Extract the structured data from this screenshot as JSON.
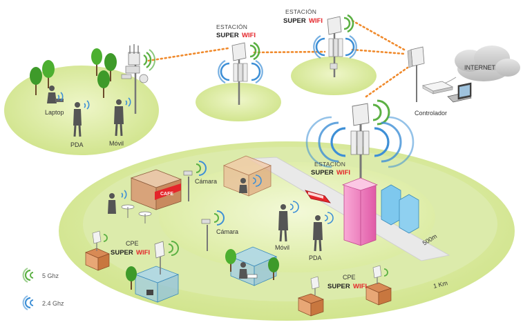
{
  "labels": {
    "station_top_left": "ESTACIÓN",
    "station_top_center": "ESTACIÓN",
    "station_main": "ESTACIÓN",
    "super": "SUPER",
    "wifi": "WIFI",
    "laptop": "Laptop",
    "pda_left": "PDA",
    "movil_left": "Móvil",
    "internet": "INTERNET",
    "controlador": "Controlador",
    "camara_1": "Cámara",
    "camara_2": "Cámara",
    "movil_center": "Móvil",
    "pda_center": "PDA",
    "cpe": "CPE",
    "cafe": "CAFE",
    "dist_500m": "500m",
    "dist_1km": "1 Km"
  },
  "legend": [
    {
      "label": "5 Ghz",
      "color": "#5bb043",
      "icon": "wifi-5ghz-icon"
    },
    {
      "label": "2.4 Ghz",
      "color": "#3d8fd6",
      "icon": "wifi-24ghz-icon"
    }
  ],
  "colors": {
    "accent_red": "#e4252a",
    "link_orange": "#f08a2c",
    "field_green": "#d9ea9c",
    "building_pink": "#f06fb8",
    "building_blue": "#7ec8ee"
  }
}
